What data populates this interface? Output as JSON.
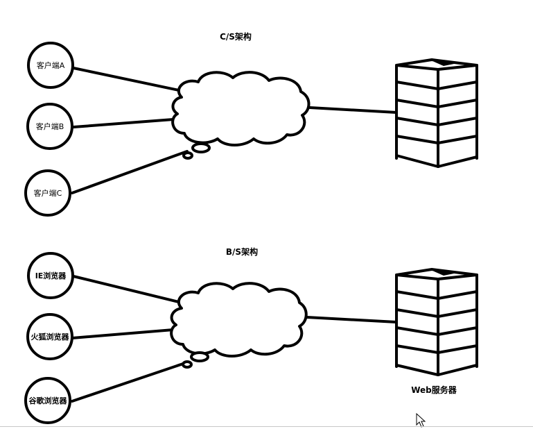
{
  "cs": {
    "title": "C/S架构",
    "clients": [
      "客户端A",
      "客户端B",
      "客户端C"
    ]
  },
  "bs": {
    "title": "B/S架构",
    "browsers": [
      "IE浏览器",
      "火狐浏览器",
      "谷歌浏览器"
    ],
    "server_label": "Web服务器"
  },
  "icons": {
    "cloud": "network-cloud-icon",
    "server": "server-tower-icon",
    "cursor": "mouse-pointer-icon"
  }
}
